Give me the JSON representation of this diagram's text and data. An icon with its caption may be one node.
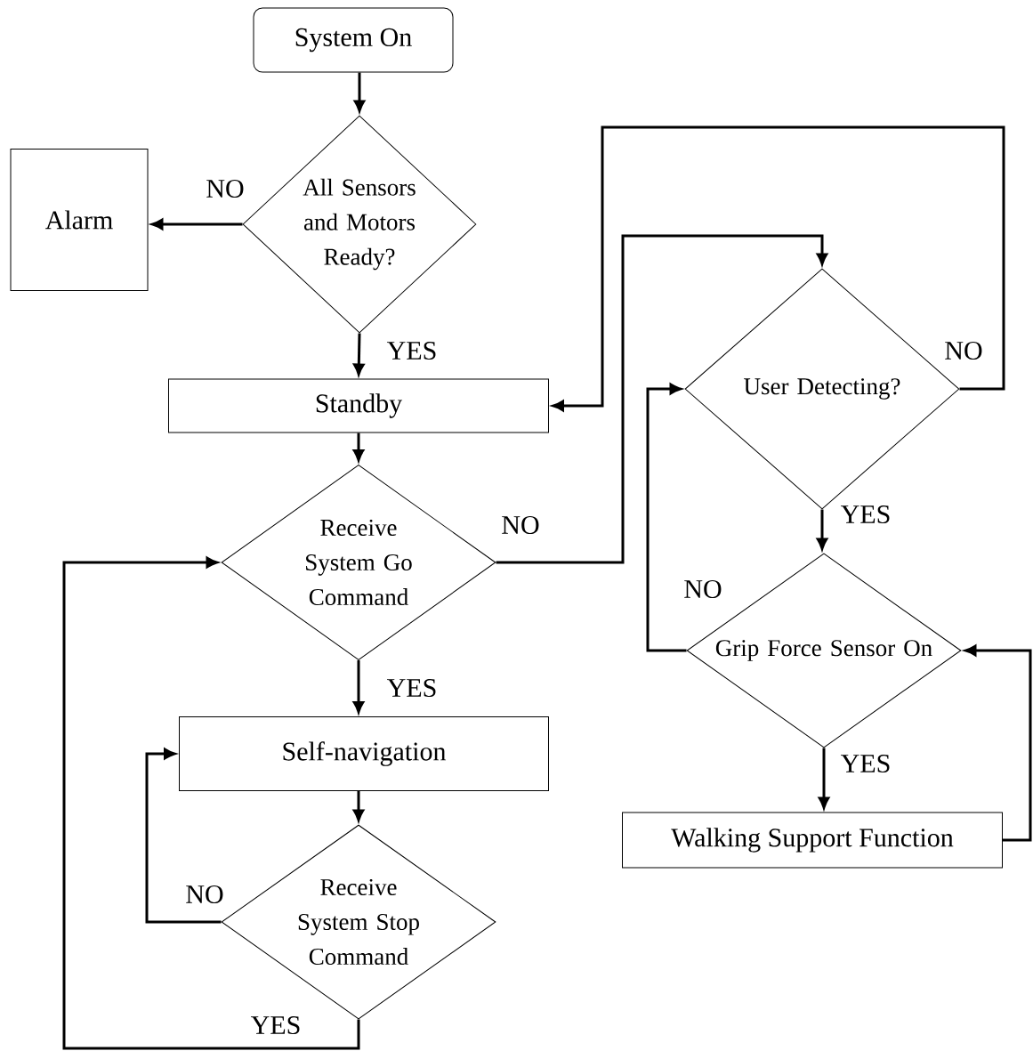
{
  "diagram": {
    "nodes": [
      {
        "text": [
          "System On"
        ]
      },
      {
        "text": [
          "All Sensors and Motors Ready?"
        ]
      },
      {
        "text": [
          "Alarm"
        ]
      },
      {
        "text": [
          "Standby"
        ]
      },
      {
        "text": [
          "Receive System Go Command"
        ]
      },
      {
        "text": [
          "Self-navigation"
        ]
      },
      {
        "text": [
          "Receive System Stop Command"
        ]
      },
      {
        "text": [
          "User Detecting?"
        ]
      },
      {
        "text": [
          "Grip Force Sensor On"
        ]
      },
      {
        "text": [
          "Walking Support Function"
        ]
      }
    ],
    "edges": [
      {
        "from": 0,
        "to": 1,
        "arrow": "to"
      },
      {
        "from": 1,
        "to": 2,
        "arrow": "to",
        "label": "NO"
      },
      {
        "from": 1,
        "to": 3,
        "arrow": "to",
        "label": "YES"
      },
      {
        "from": 3,
        "to": 4,
        "arrow": "to"
      },
      {
        "from": 4,
        "to": 7,
        "arrow": "to",
        "label": "NO"
      },
      {
        "from": 4,
        "to": 5,
        "arrow": "to",
        "label": "YES"
      },
      {
        "from": 5,
        "to": 6,
        "arrow": "to"
      },
      {
        "from": 6,
        "to": 5,
        "arrow": "to",
        "label": "NO"
      },
      {
        "from": 6,
        "to": 4,
        "arrow": "to",
        "label": "YES"
      },
      {
        "from": 7,
        "to": 3,
        "arrow": "to",
        "label": "NO"
      },
      {
        "from": 7,
        "to": 8,
        "arrow": "to",
        "label": "YES"
      },
      {
        "from": 8,
        "to": 7,
        "arrow": "to",
        "label": "NO"
      },
      {
        "from": 8,
        "to": 9,
        "arrow": "to",
        "label": "YES"
      },
      {
        "from": 9,
        "to": 8,
        "arrow": "to"
      }
    ]
  }
}
